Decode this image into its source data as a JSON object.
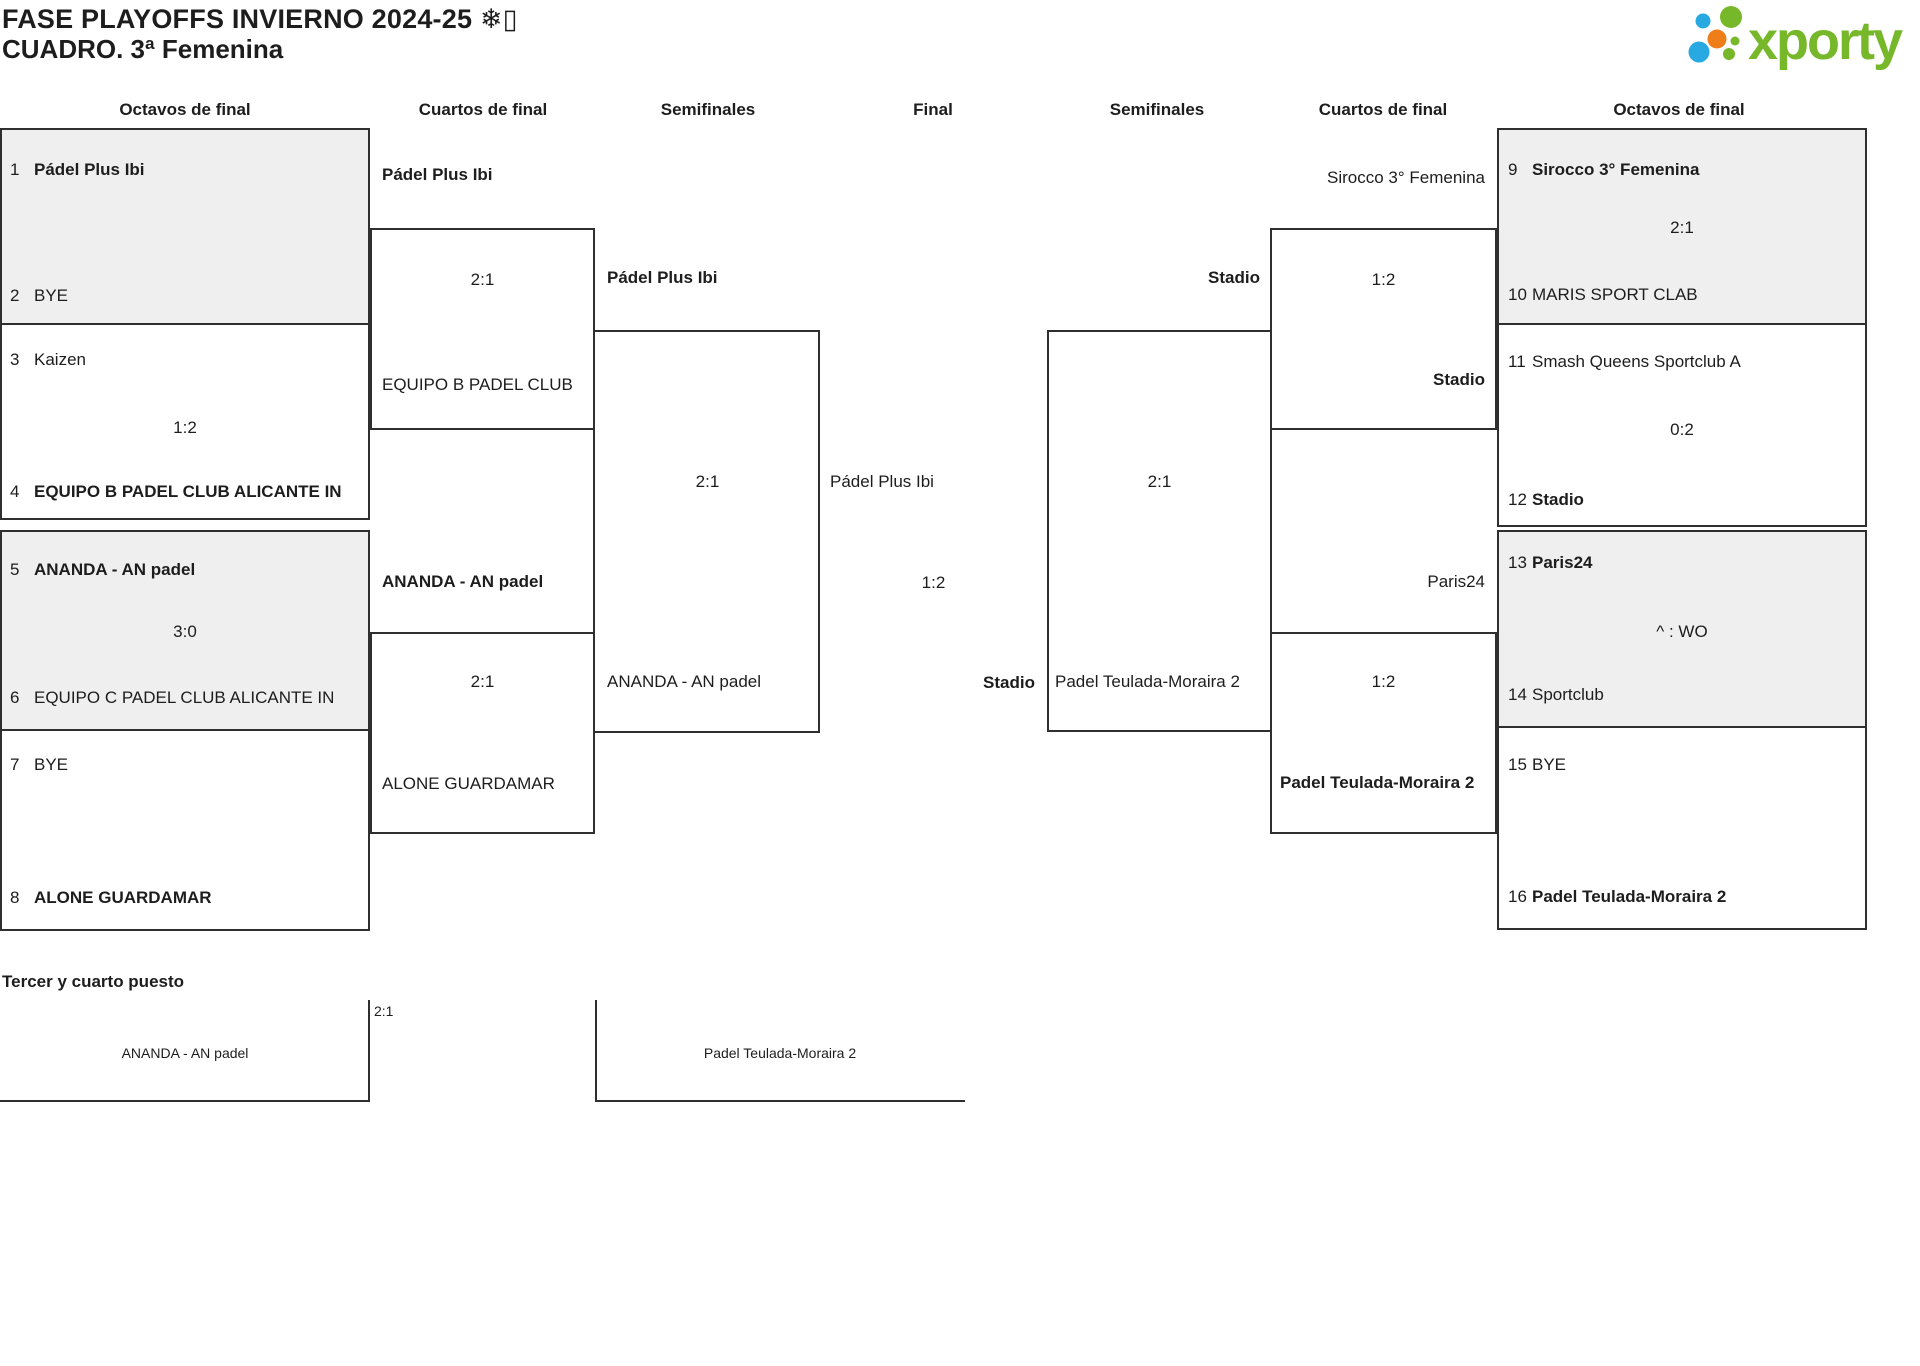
{
  "page": {
    "title_line1": "FASE PLAYOFFS INVIERNO 2024-25 ❄▯",
    "title_line2": "CUADRO. 3ª Femenina"
  },
  "logo": {
    "text": "xporty",
    "green": "#76b82a",
    "blue": "#29a9e1",
    "orange": "#ef7d1a"
  },
  "colors": {
    "box_fill": "#efefef",
    "line": "#2f2f2f",
    "text": "#1d1d1d"
  },
  "headers": [
    "Octavos de final",
    "Cuartos de final",
    "Semifinales",
    "Final",
    "Semifinales",
    "Cuartos de final",
    "Octavos de final"
  ],
  "round16": [
    {
      "seed_a": "1",
      "team_a": "Pádel Plus Ibi",
      "seed_b": "2",
      "team_b": "BYE",
      "score": "",
      "winner": "a"
    },
    {
      "seed_a": "3",
      "team_a": "Kaizen",
      "seed_b": "4",
      "team_b": "EQUIPO B PADEL CLUB ALICANTE IN",
      "score": "1:2",
      "winner": "b"
    },
    {
      "seed_a": "5",
      "team_a": "ANANDA - AN padel",
      "seed_b": "6",
      "team_b": "EQUIPO C PADEL CLUB ALICANTE IN",
      "score": "3:0",
      "winner": "a"
    },
    {
      "seed_a": "7",
      "team_a": "BYE",
      "seed_b": "8",
      "team_b": "ALONE GUARDAMAR",
      "score": "",
      "winner": "b"
    },
    {
      "seed_a": "9",
      "team_a": "Sirocco 3° Femenina",
      "seed_b": "10",
      "team_b": "MARIS SPORT CLAB",
      "score": "2:1",
      "winner": "a"
    },
    {
      "seed_a": "11",
      "team_a": "Smash Queens Sportclub A",
      "seed_b": "12",
      "team_b": "Stadio",
      "score": "0:2",
      "winner": "b"
    },
    {
      "seed_a": "13",
      "team_a": "Paris24",
      "seed_b": "14",
      "team_b": "Sportclub",
      "score": "^ : WO",
      "winner": "a"
    },
    {
      "seed_a": "15",
      "team_a": "BYE",
      "seed_b": "16",
      "team_b": "Padel Teulada-Moraira 2",
      "score": "",
      "winner": "b"
    }
  ],
  "quarterfinals": [
    {
      "team_a": "Pádel Plus Ibi",
      "team_b": "EQUIPO B PADEL CLUB",
      "score": "2:1",
      "winner": "a"
    },
    {
      "team_a": "ANANDA - AN padel",
      "team_b": "ALONE GUARDAMAR",
      "score": "2:1",
      "winner": "a"
    },
    {
      "team_a": "Sirocco 3° Femenina",
      "team_b": "Stadio",
      "score": "1:2",
      "winner": "b"
    },
    {
      "team_a": "Paris24",
      "team_b": "Padel Teulada-Moraira 2",
      "score": "1:2",
      "winner": "b"
    }
  ],
  "semifinals": [
    {
      "team_a": "Pádel Plus Ibi",
      "team_b": "ANANDA - AN padel",
      "score": "2:1",
      "winner": "a"
    },
    {
      "team_a": "Stadio",
      "team_b": "Padel Teulada-Moraira 2",
      "score": "2:1",
      "winner": "a"
    }
  ],
  "final": {
    "team_a": "Pádel Plus Ibi",
    "team_b": "Stadio",
    "score": "1:2",
    "winner": "b"
  },
  "third_place": {
    "title": "Tercer y cuarto puesto",
    "team_a": "ANANDA - AN padel",
    "team_b": "Padel Teulada-Moraira 2",
    "score": "2:1",
    "winner": "a"
  }
}
